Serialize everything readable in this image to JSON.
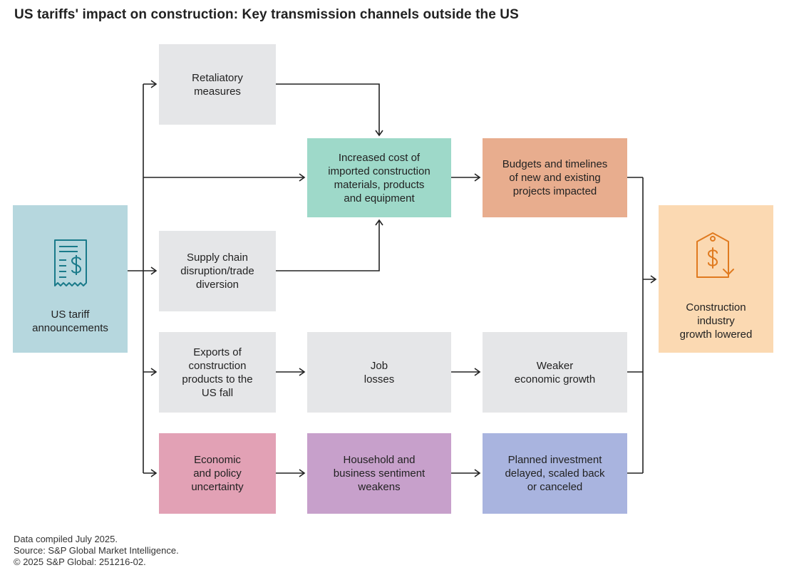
{
  "title": "US tariffs' impact on construction: Key transmission channels outside the US",
  "nodes": {
    "source": "US tariff\nannouncements",
    "retaliatory": "Retaliatory\nmeasures",
    "increased_cost": "Increased cost of\nimported construction\nmaterials, products\nand equipment",
    "budgets": "Budgets and timelines\nof new and existing\nprojects impacted",
    "supply_chain": "Supply chain\ndisruption/trade\ndiversion",
    "exports": "Exports of\nconstruction\nproducts to the\nUS fall",
    "job_losses": "Job\nlosses",
    "weaker_growth": "Weaker\neconomic growth",
    "uncertainty": "Economic\nand policy\nuncertainty",
    "sentiment": "Household and\nbusiness sentiment\nweakens",
    "investment": "Planned investment\ndelayed, scaled back\nor canceled",
    "outcome": "Construction\nindustry\ngrowth lowered"
  },
  "icons": {
    "source": "tariff-document-icon",
    "outcome": "price-tag-down-icon"
  },
  "colors": {
    "gray": "#e5e6e8",
    "teal": "#9ed9c9",
    "salmon": "#e8ad8e",
    "peach": "#fbd9b2",
    "blue": "#b6d7de",
    "pink": "#e2a1b5",
    "purple": "#c7a0cb",
    "lavender": "#a9b4df",
    "icon_teal": "#1a7a8a",
    "icon_orange": "#e07a1f"
  },
  "footer": {
    "line1": "Data compiled July 2025.",
    "line2": "Source: S&P Global Market Intelligence.",
    "line3": "© 2025 S&P Global: 251216-02."
  }
}
